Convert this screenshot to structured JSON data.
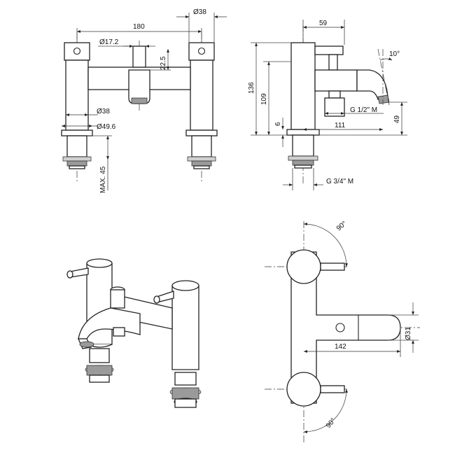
{
  "front_view": {
    "dim_overall_width": "180",
    "dim_pillar_diameter_top": "Ø38",
    "dim_spout_diameter": "Ø17.2",
    "dim_spout_height": "22.5",
    "dim_pillar_diameter": "Ø38",
    "dim_flange_diameter": "Ø49.6",
    "dim_max_deck": "MAX. 45"
  },
  "side_view": {
    "dim_depth": "59",
    "dim_angle": "10°",
    "dim_total_height": "136",
    "dim_pillar_height": "109",
    "dim_base": "6",
    "dim_inlet_thread": "G 1/2\" M",
    "dim_spout_reach": "111",
    "dim_spout_height": "49",
    "dim_tail_thread": "G 3/4\" M"
  },
  "plan_view": {
    "dim_handle_angle_top": "90°",
    "dim_spout_diameter": "Ø31",
    "dim_spout_projection": "142",
    "dim_handle_angle_bottom": "90°"
  }
}
